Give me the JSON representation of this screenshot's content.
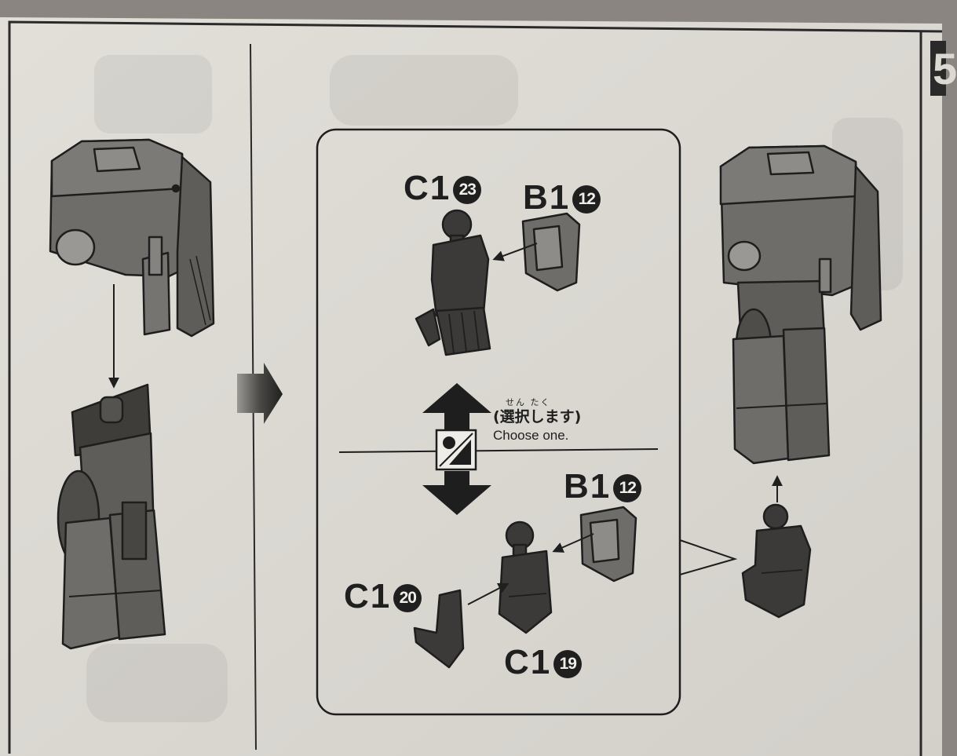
{
  "sheet": {
    "step_number_partial": "5"
  },
  "subassembly_a": {
    "title": "C1",
    "number": "23",
    "part_b": {
      "title": "B1",
      "number": "12"
    }
  },
  "subassembly_b": {
    "part_b": {
      "title": "B1",
      "number": "12"
    },
    "part_c20": {
      "title": "C1",
      "number": "20"
    },
    "part_c19": {
      "title": "C1",
      "number": "19"
    }
  },
  "choose": {
    "ruby": "せん たく",
    "japanese": "(選択します)",
    "english": "Choose one."
  },
  "colors": {
    "paper": "#dcd9d3",
    "part_gray": "#6f6d69",
    "ink": "#1f1f1f"
  },
  "icons": {
    "page_arrow": "arrow-right-icon",
    "choose": "choose-one-icon",
    "double_arrow": "double-arrow-icon"
  }
}
